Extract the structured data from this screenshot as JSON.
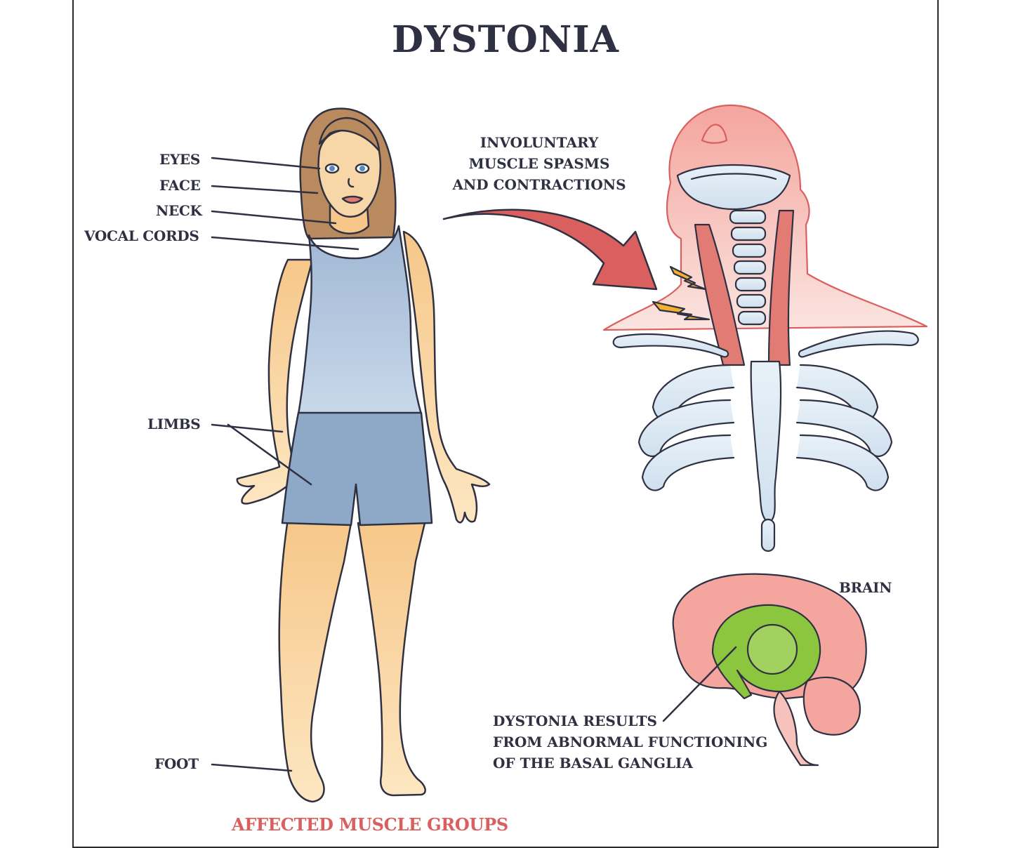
{
  "title": "DYSTONIA",
  "body_labels": {
    "eyes": "EYES",
    "face": "FACE",
    "neck": "NECK",
    "vocal_cords": "VOCAL CORDS",
    "limbs": "LIMBS",
    "foot": "FOOT"
  },
  "spasm_text": [
    "INVOLUNTARY",
    "MUSCLE SPASMS",
    "AND CONTRACTIONS"
  ],
  "brain_label": "BRAIN",
  "basal_text": [
    "DYSTONIA RESULTS",
    "FROM ABNORMAL FUNCTIONING",
    "OF THE BASAL GANGLIA"
  ],
  "footer": "AFFECTED MUSCLE GROUPS",
  "colors": {
    "text": "#2f3142",
    "accent_red": "#d9605f",
    "skin": "#f7c98b",
    "tank_top": "#a9bdd8",
    "shorts": "#8ea8c8",
    "hair": "#b98a5e",
    "bone": "#dbe8f3",
    "muscle": "#e27b74",
    "basal_ganglia": "#8cc63f"
  }
}
